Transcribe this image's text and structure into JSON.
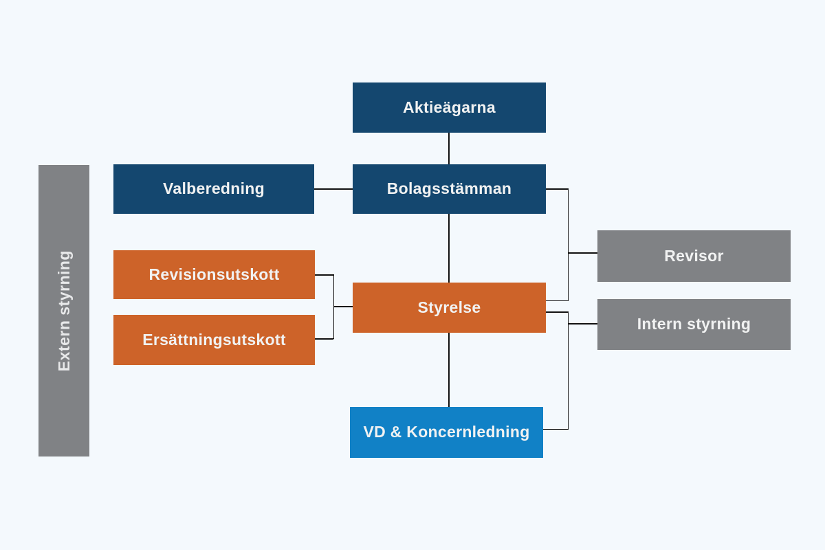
{
  "colors": {
    "background": "#f4f9fd",
    "dark_blue": "#14476f",
    "orange": "#cd6329",
    "bright_blue": "#1181c6",
    "gray": "#808285",
    "line": "#111111",
    "box_text": "#f1f2f2",
    "bar_text": "#e8e9ea"
  },
  "sidebar": {
    "label": "Extern styrning"
  },
  "nodes": {
    "aktieagarna": {
      "label": "Aktieägarna",
      "color": "#14476f"
    },
    "valberedning": {
      "label": "Valberedning",
      "color": "#14476f"
    },
    "bolagsstamman": {
      "label": "Bolagsstämman",
      "color": "#14476f"
    },
    "revisionsutskott": {
      "label": "Revisionsutskott",
      "color": "#cd6329"
    },
    "ersattningsutskott": {
      "label": "Ersättningsutskott",
      "color": "#cd6329"
    },
    "styrelse": {
      "label": "Styrelse",
      "color": "#cd6329"
    },
    "vd_koncernledning": {
      "label": "VD & Koncernledning",
      "color": "#1181c6"
    },
    "revisor": {
      "label": "Revisor",
      "color": "#808285"
    },
    "intern_styrning": {
      "label": "Intern styrning",
      "color": "#808285"
    }
  },
  "edges": [
    {
      "from": "aktieagarna",
      "to": "bolagsstamman"
    },
    {
      "from": "valberedning",
      "to": "bolagsstamman"
    },
    {
      "from": "bolagsstamman",
      "to": "styrelse"
    },
    {
      "from": "bolagsstamman",
      "to": "revisor"
    },
    {
      "from": "revisionsutskott",
      "to": "styrelse"
    },
    {
      "from": "ersattningsutskott",
      "to": "styrelse"
    },
    {
      "from": "styrelse",
      "to": "intern_styrning"
    },
    {
      "from": "styrelse",
      "to": "vd_koncernledning"
    }
  ]
}
